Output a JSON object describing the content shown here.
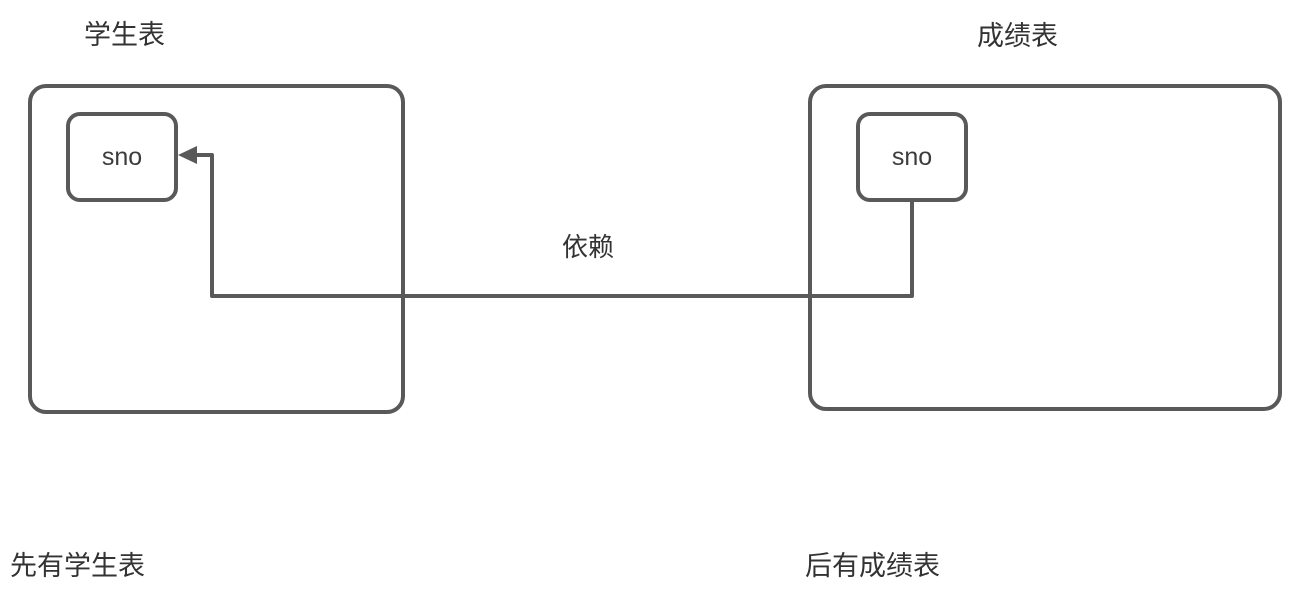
{
  "colors": {
    "stroke": "#595959",
    "text": "#333333"
  },
  "left_table": {
    "title": "学生表",
    "field": "sno",
    "caption": "先有学生表"
  },
  "right_table": {
    "title": "成绩表",
    "field": "sno",
    "caption": "后有成绩表"
  },
  "connector": {
    "label": "依赖"
  }
}
